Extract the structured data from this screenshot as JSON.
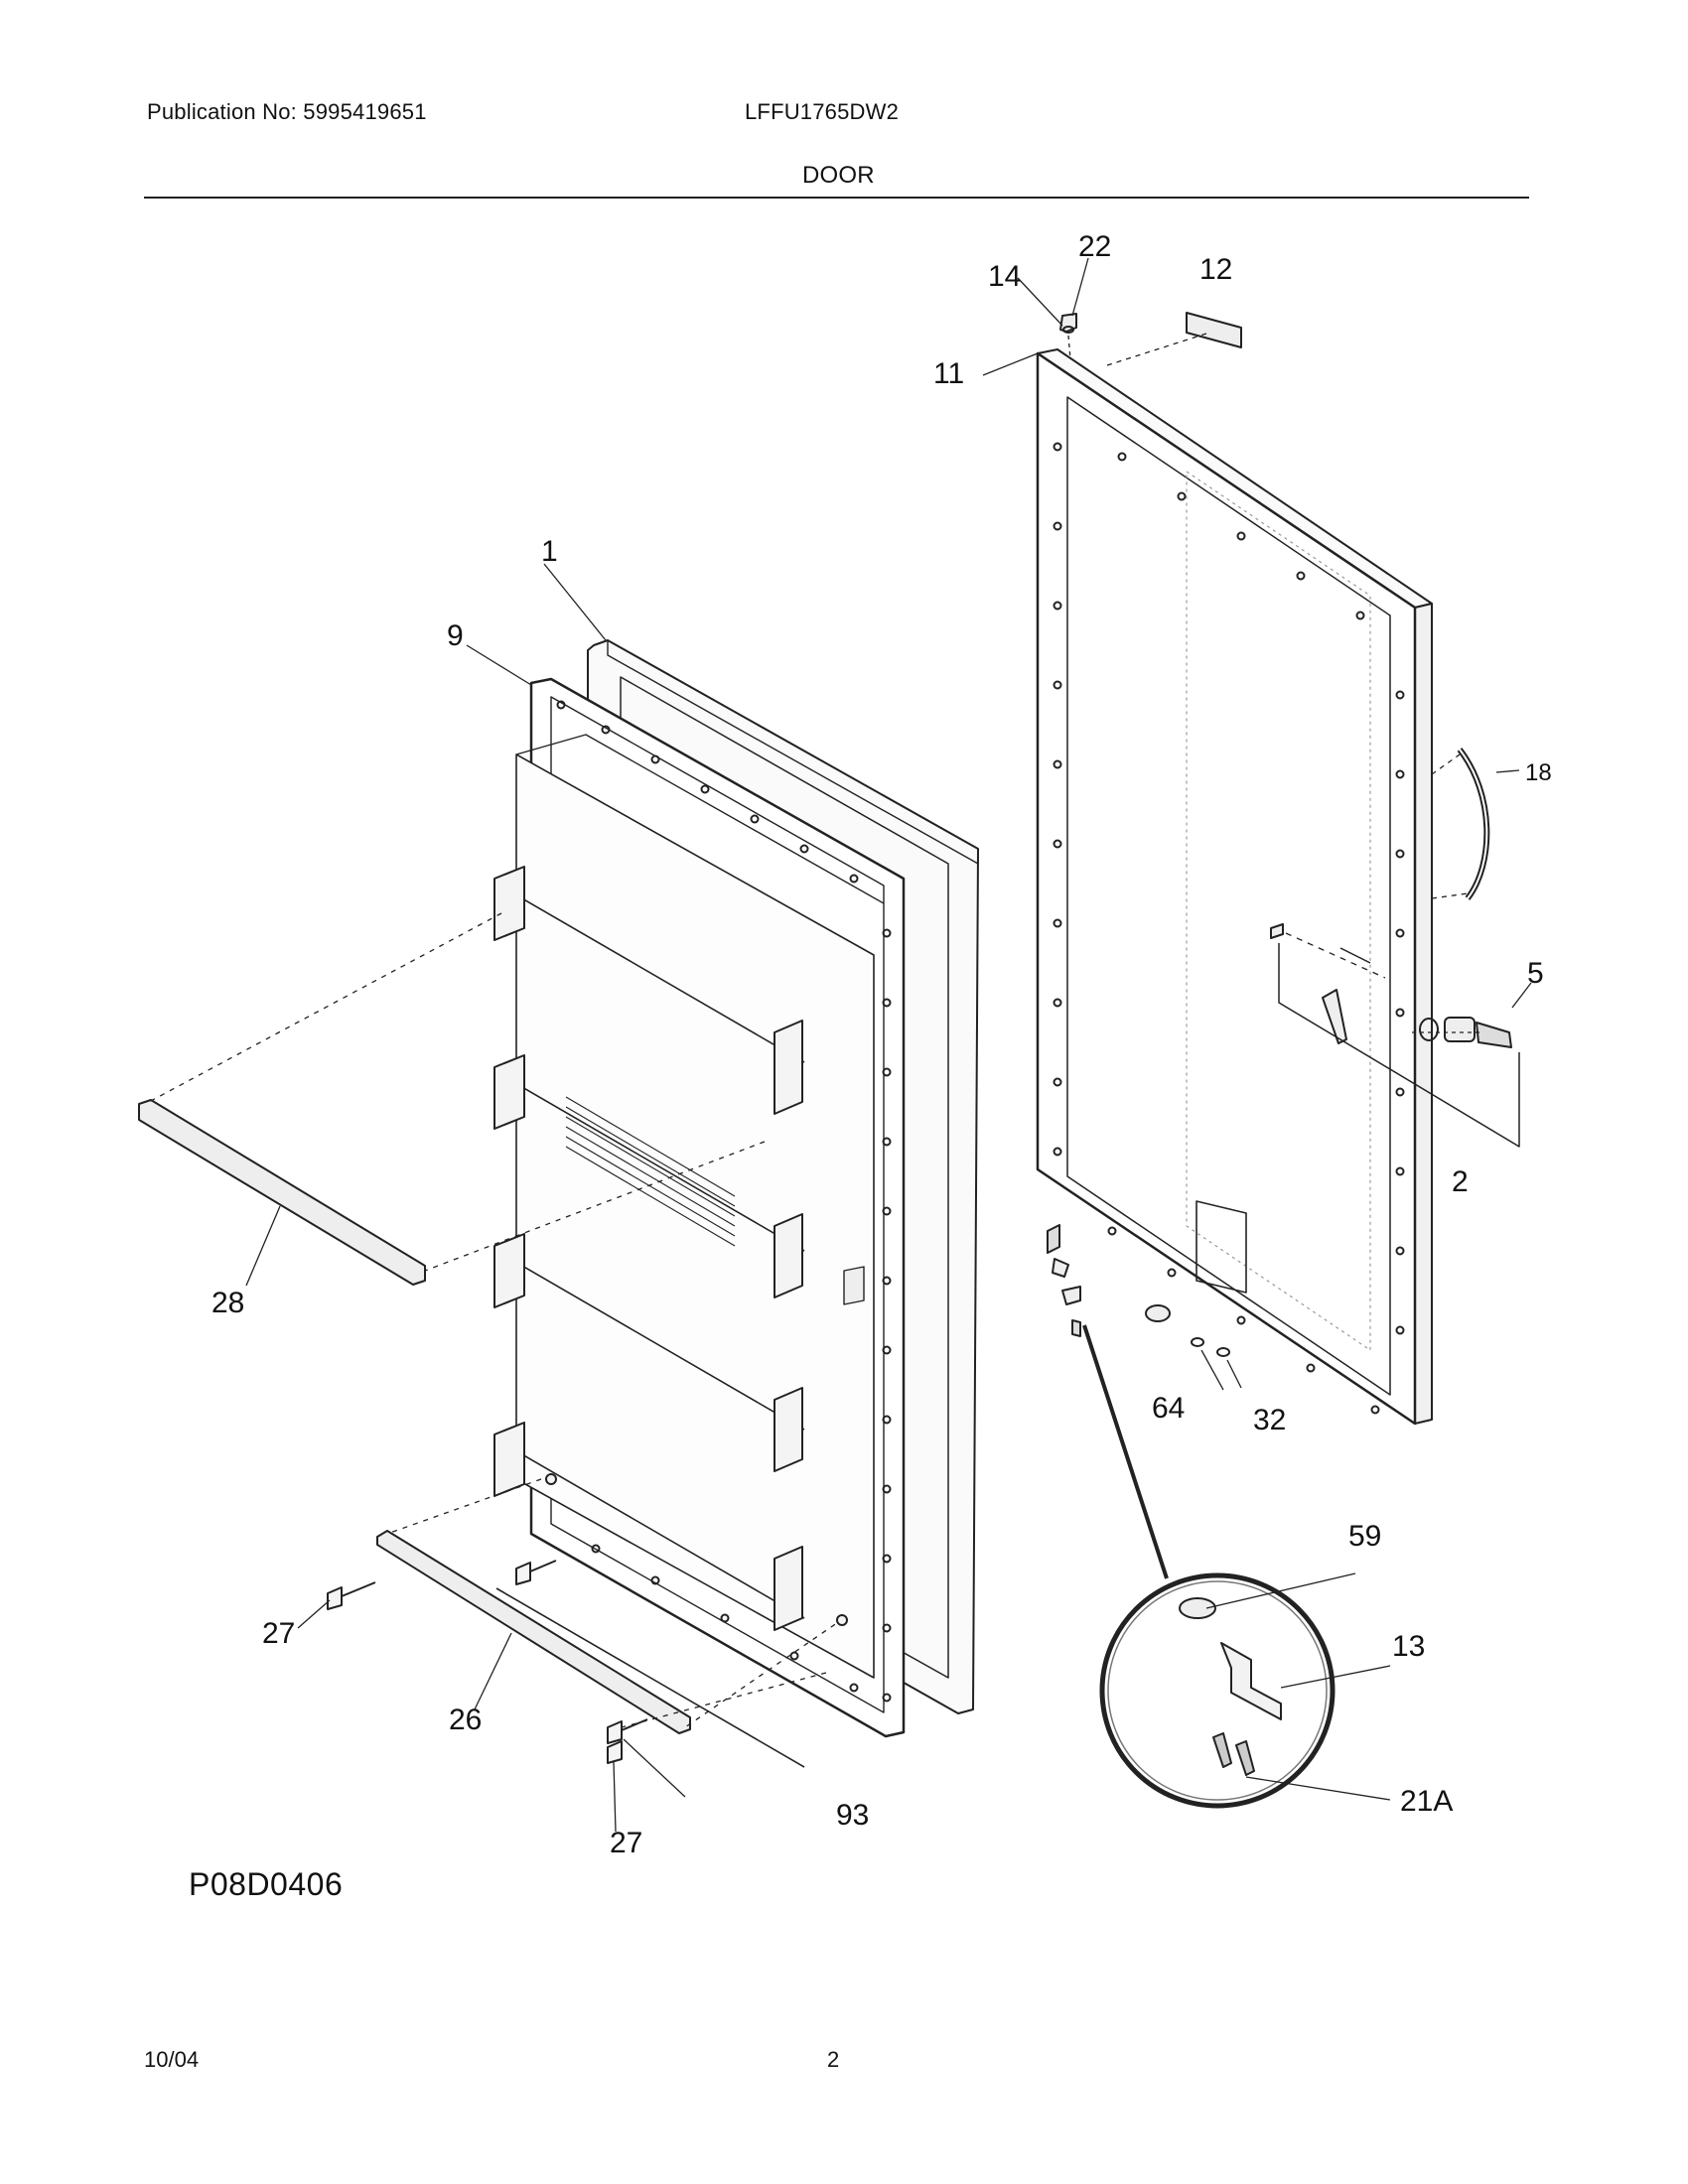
{
  "header": {
    "publication": "Publication No: 5995419651",
    "model": "LFFU1765DW2",
    "section_title": "DOOR"
  },
  "callouts": {
    "c1": "1",
    "c9": "9",
    "c28": "28",
    "c27a": "27",
    "c26": "26",
    "c27b": "27",
    "c93": "93",
    "c11": "11",
    "c14": "14",
    "c22": "22",
    "c12": "12",
    "c18": "18",
    "c5": "5",
    "c2": "2",
    "c64": "64",
    "c32": "32",
    "c59": "59",
    "c13": "13",
    "c21A": "21A"
  },
  "footer": {
    "diagram_code": "P08D0406",
    "date": "10/04",
    "page_number": "2"
  }
}
